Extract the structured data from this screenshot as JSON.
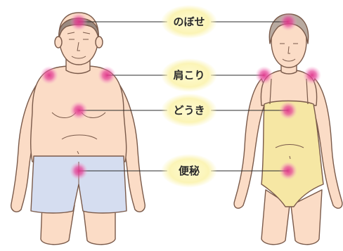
{
  "symptoms": [
    {
      "id": "hot-flush",
      "label": "のぼせ"
    },
    {
      "id": "stiff-shoulders",
      "label": "肩こり"
    },
    {
      "id": "palpitations",
      "label": "どうき"
    },
    {
      "id": "constipation",
      "label": "便秘"
    }
  ],
  "colors": {
    "skin": "#fbdcc6",
    "skin_outline": "#7a5a4a",
    "hair_man": "#9b8a80",
    "hair_woman": "#b8aaa0",
    "shorts": "#d5ddf0",
    "swimsuit": "#f6e7a4",
    "label_badge": "#fbf4b6",
    "marker": "#e0358a",
    "leader_line": "#2b2b2b"
  }
}
